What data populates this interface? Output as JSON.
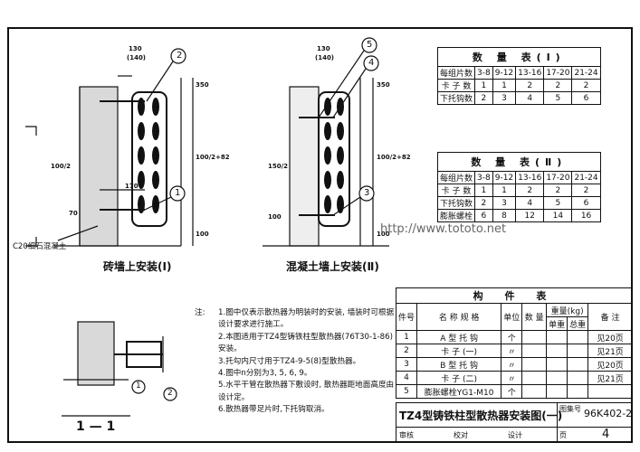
{
  "drawing": {
    "view1_title": "砖墙上安装(Ⅰ)",
    "view2_title": "混凝土墙上安装(Ⅱ)",
    "section_title": "1 — 1",
    "dims_view1": [
      "130",
      "(140)",
      "170",
      "70",
      "100/2",
      "100/2+82",
      "100",
      "350"
    ],
    "dims_view2": [
      "130",
      "(140)",
      "100",
      "150/2",
      "100/2+82",
      "100",
      "350"
    ],
    "callouts": [
      "1",
      "2",
      "3",
      "4",
      "5",
      "1",
      "2"
    ],
    "fill_label": "C20细石混凝土",
    "watermark": "http://www.tototo.net"
  },
  "qty_table_1": {
    "caption": "数 量 表(Ⅰ)",
    "header": [
      "每组片数",
      "3-8",
      "9-12",
      "13-16",
      "17-20",
      "21-24"
    ],
    "rows": [
      [
        "卡 子 数",
        "1",
        "1",
        "2",
        "2",
        "2"
      ],
      [
        "下托钩数",
        "2",
        "3",
        "4",
        "5",
        "6"
      ]
    ]
  },
  "qty_table_2": {
    "caption": "数 量 表(Ⅱ)",
    "header": [
      "每组片数",
      "3-8",
      "9-12",
      "13-16",
      "17-20",
      "21-24"
    ],
    "rows": [
      [
        "卡 子 数",
        "1",
        "1",
        "2",
        "2",
        "2"
      ],
      [
        "下托钩数",
        "2",
        "3",
        "4",
        "5",
        "6"
      ],
      [
        "膨胀螺栓",
        "6",
        "8",
        "12",
        "14",
        "16"
      ]
    ]
  },
  "notes": {
    "head": "注:",
    "items": [
      "1.图中仅表示散热器为明装时的安装, 墙装时可根据设计要求进行施工。",
      "2.本图适用于TZ4型铸铁柱型散热器(76T30-1-86)安装。",
      "3.托勾内尺寸用于TZ4-9-5(8)型散热器。",
      "4.图中n分别为3, 5, 6, 9。",
      "5.水平干管在散热器下敷设时, 散热器距地面高度由设计定。",
      "6.散热器带足片时,下托钩取消。"
    ]
  },
  "components": {
    "caption": "构 件 表",
    "header": [
      "件号",
      "名 称 规 格",
      "单位",
      "数 量",
      "重量(kg)",
      "备 注"
    ],
    "sub_header": [
      "单重",
      "总重"
    ],
    "rows": [
      [
        "1",
        "A 型 托 钩",
        "个",
        "",
        "",
        "见20页"
      ],
      [
        "2",
        "卡 子 (一)",
        "〃",
        "",
        "",
        "见21页"
      ],
      [
        "3",
        "B 型 托 钩",
        "〃",
        "",
        "",
        "见20页"
      ],
      [
        "4",
        "卡 子 (二)",
        "〃",
        "",
        "",
        "见21页"
      ],
      [
        "5",
        "膨胀螺栓YG1-M10",
        "个",
        "",
        "",
        ""
      ]
    ]
  },
  "title_block": {
    "title": "TZ4型铸铁柱型散热器安装图(一)",
    "label_set": "图集号",
    "set_no": "96K402-2",
    "label_page": "页",
    "page_no": "4",
    "sign_row": [
      "审核",
      "校对",
      "设计"
    ]
  }
}
